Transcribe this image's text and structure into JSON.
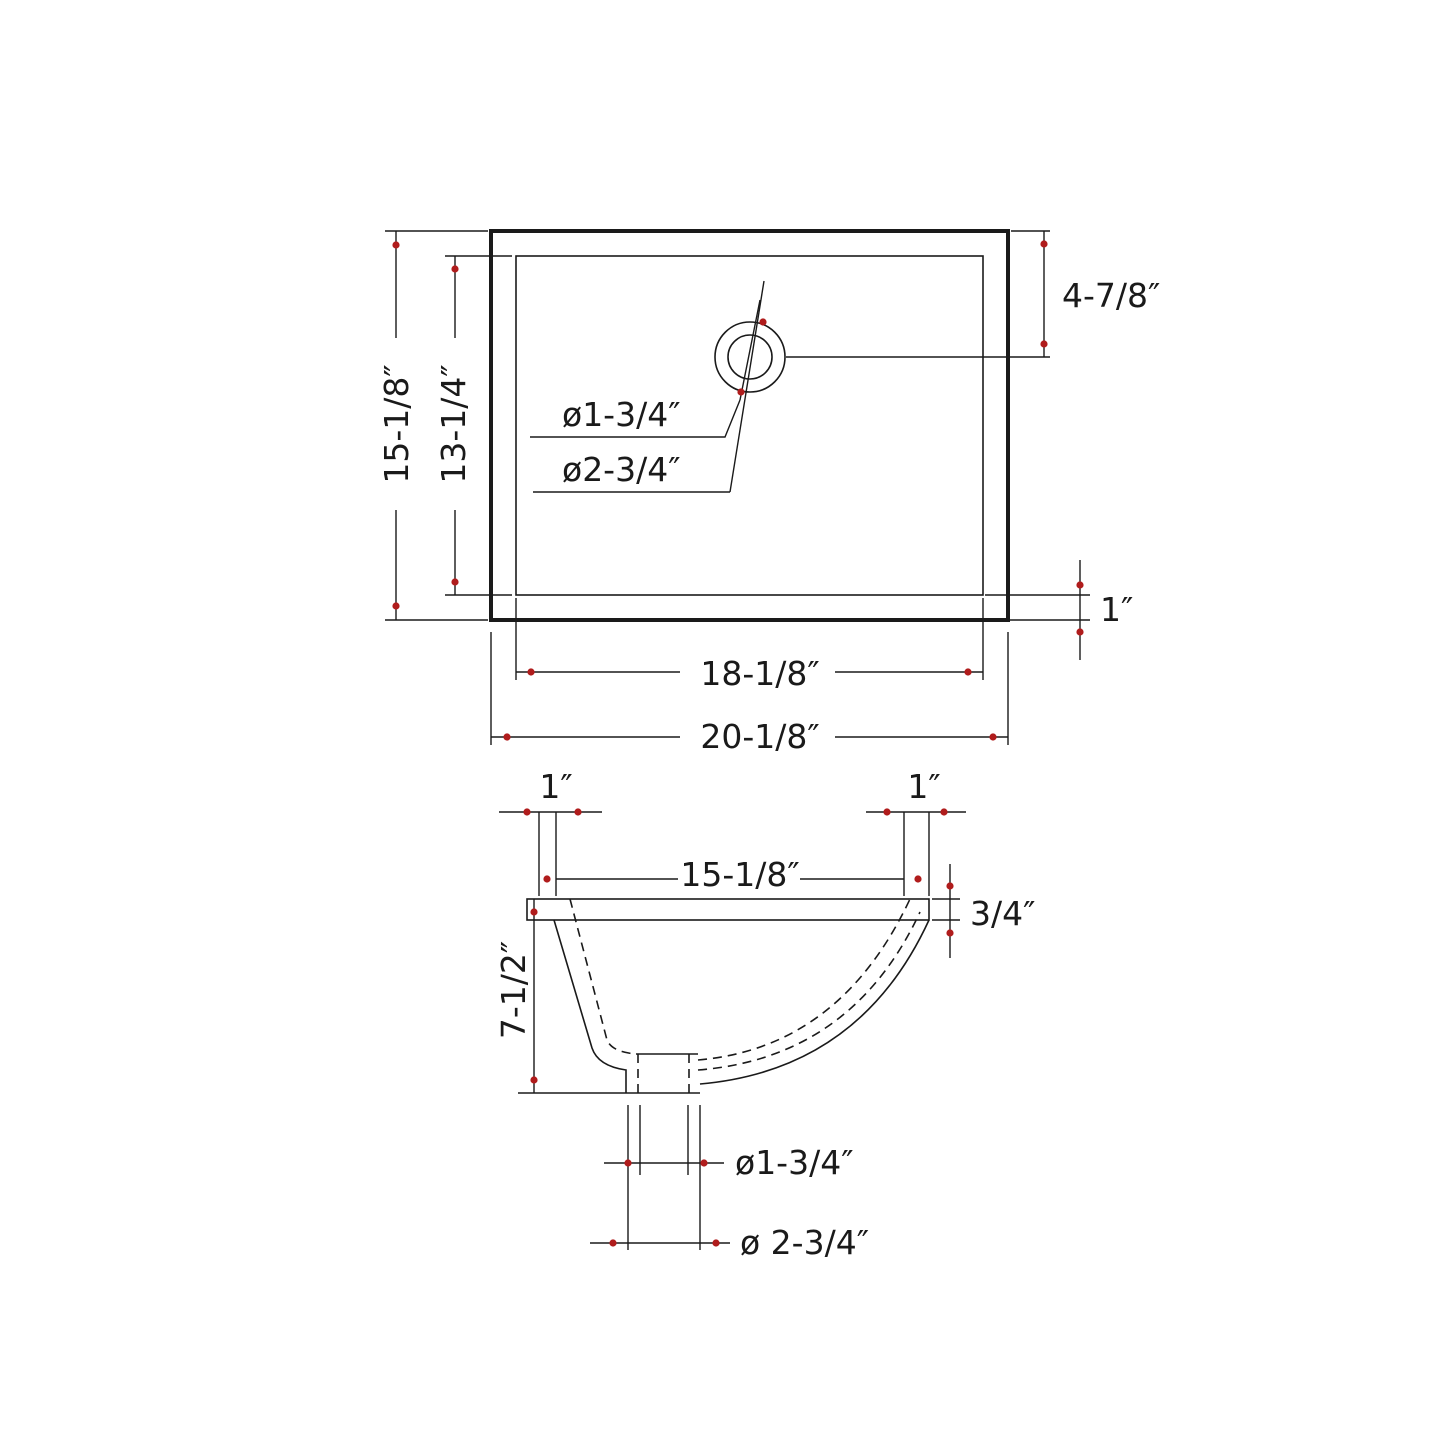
{
  "top_view": {
    "overall_depth": "15-1/8″",
    "bowl_depth": "13-1/4″",
    "drain_offset": "4-7/8″",
    "rim_front": "1″",
    "bowl_width": "18-1/8″",
    "overall_width": "20-1/8″",
    "drain_inner_dia": "ø1-3/4″",
    "drain_outer_dia": "ø2-3/4″"
  },
  "section_view": {
    "rim_left": "1″",
    "rim_right": "1″",
    "bowl_width": "15-1/8″",
    "rim_thickness": "3/4″",
    "height": "7-1/2″",
    "drain_inner_dia": "ø1-3/4″",
    "drain_outer_dia": "ø 2-3/4″"
  },
  "colors": {
    "line": "#1a1a1a",
    "arrow": "#b01c1c",
    "background": "#ffffff"
  }
}
